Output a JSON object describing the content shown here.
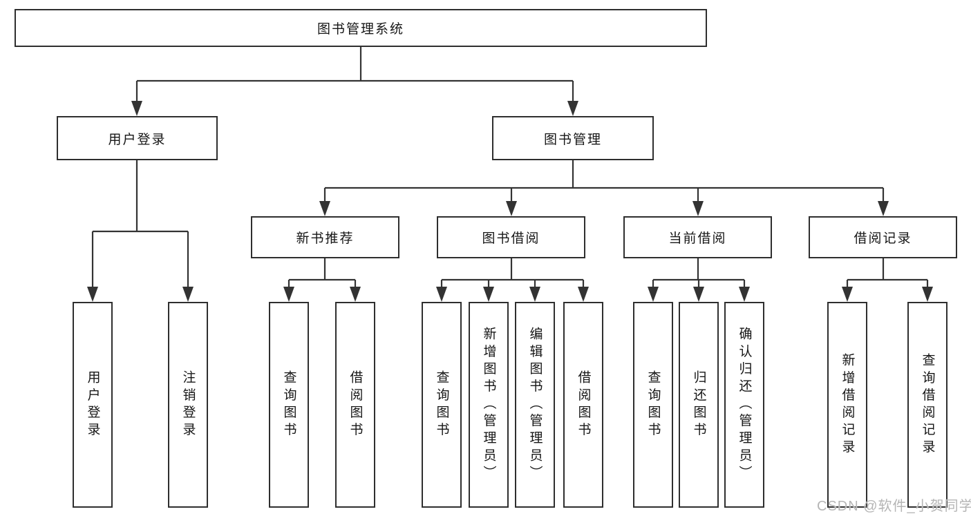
{
  "tree": {
    "root": {
      "label": "图书管理系统"
    },
    "branches": [
      {
        "label": "用户登录",
        "leaves": [
          "用户登录",
          "注销登录"
        ]
      },
      {
        "label": "图书管理",
        "groups": [
          {
            "label": "新书推荐",
            "leaves": [
              "查询图书",
              "借阅图书"
            ]
          },
          {
            "label": "图书借阅",
            "leaves": [
              "查询图书",
              "新增图书（管理员）",
              "编辑图书（管理员）",
              "借阅图书"
            ]
          },
          {
            "label": "当前借阅",
            "leaves": [
              "查询图书",
              "归还图书",
              "确认归还（管理员）"
            ]
          },
          {
            "label": "借阅记录",
            "leaves": [
              "新增借阅记录",
              "查询借阅记录"
            ]
          }
        ]
      }
    ]
  },
  "watermark": "CSDN @软件_小贺同学",
  "colors": {
    "line": "#333333",
    "box_border": "#2e2e2e",
    "text": "#161616",
    "watermark": "#b5b5b5",
    "background": "#ffffff"
  }
}
